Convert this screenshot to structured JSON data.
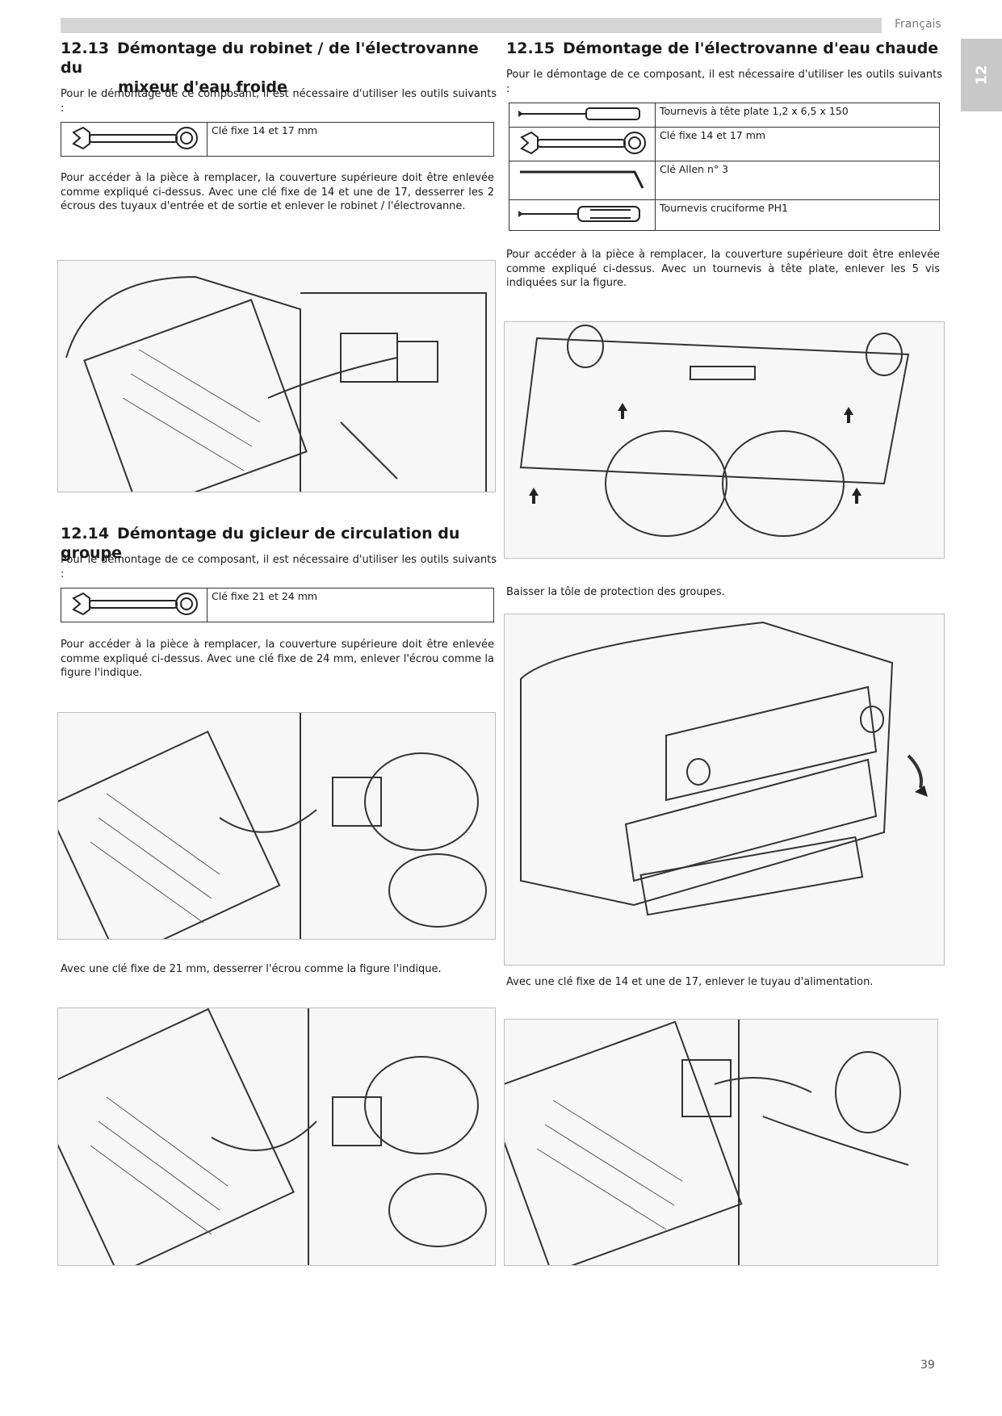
{
  "header": {
    "language": "Français",
    "chapter_tab": "12"
  },
  "page_number": "39",
  "intro": "Pour le démontage de ce composant, il est nécessaire d'utiliser les outils suivants :",
  "s1213": {
    "number": "12.13",
    "title_line1": "Démontage du robinet / de l'électrovanne du",
    "title_line2": "mixeur d'eau froide",
    "tools": [
      "Clé fixe 14 et 17 mm"
    ],
    "text": "Pour accéder à la pièce à remplacer, la couverture supérieure doit être enlevée comme expliqué ci-dessus. Avec une clé fixe de 14 et une de 17, desserrer les 2 écrous des tuyaux d'entrée et de sortie et enlever le robinet / l'électrovanne."
  },
  "s1214": {
    "number": "12.14",
    "title": "Démontage du gicleur de circulation du groupe",
    "tools": [
      "Clé fixe 21 et 24 mm"
    ],
    "text": "Pour accéder à la pièce à remplacer, la couverture supérieure doit être enlevée comme expliqué ci-dessus. Avec une clé fixe de 24 mm, enlever l'écrou comme la figure l'indique.",
    "text2": "Avec une clé fixe de 21 mm, desserrer l'écrou comme la figure l'indique."
  },
  "s1215": {
    "number": "12.15",
    "title": "Démontage de l'électrovanne d'eau chaude",
    "tools": [
      "Tournevis à tête plate 1,2 x 6,5 x 150",
      "Clé fixe 14 et 17 mm",
      "Clé Allen n° 3",
      "Tournevis cruciforme PH1"
    ],
    "text": "Pour accéder à la pièce à remplacer, la couverture supérieure doit être enlevée comme expliqué ci-dessus. Avec un tournevis à tête plate, enlever les 5 vis indiquées sur la figure.",
    "text2": "Baisser la tôle de protection des groupes.",
    "text3": "Avec une clé fixe de 14 et une de 17, enlever le tuyau d'alimentation."
  }
}
